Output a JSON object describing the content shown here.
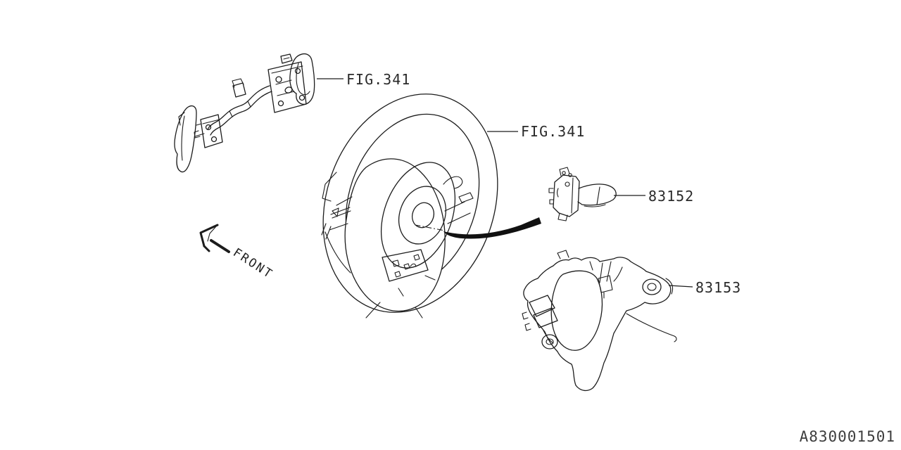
{
  "colors": {
    "background": "#ffffff",
    "line": "#1c1c1c",
    "label_text": "#2a2a2a",
    "doc_code_text": "#3d3d3d"
  },
  "callouts": {
    "fig_top": {
      "label": "FIG.341"
    },
    "fig_wheel": {
      "label": "FIG.341"
    },
    "part_83152": {
      "label": "83152"
    },
    "part_83153": {
      "label": "83153"
    }
  },
  "annotations": {
    "front_label": "FRONT",
    "doc_code": "A830001501"
  }
}
